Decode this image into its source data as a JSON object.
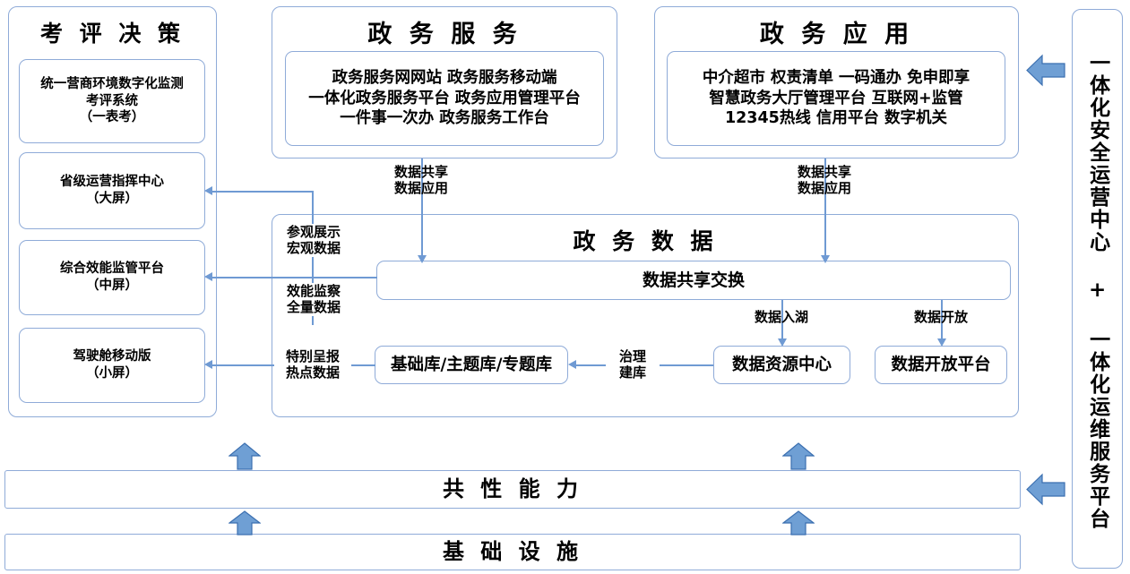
{
  "diagram": {
    "title_left": "考 评 决 策",
    "left_column": {
      "items": [
        {
          "label": "统一营商环境数字化监测\n考评系统\n（一表考）"
        },
        {
          "label": "省级运营指挥中心\n（大屏）"
        },
        {
          "label": "综合效能监管平台\n（中屏）"
        },
        {
          "label": "驾驶舱移动版\n（小屏）"
        }
      ]
    },
    "gov_service": {
      "title": "政 务 服 务",
      "content": "政务服务网网站 政务服务移动端\n一体化政务服务平台 政务应用管理平台\n一件事一次办 政务服务工作台"
    },
    "gov_application": {
      "title": "政 务 应 用",
      "content": "中介超市 权责清单 一码通办 免申即享\n智慧政务大厅管理平台 互联网+监管\n12345热线 信用平台 数字机关"
    },
    "gov_data": {
      "title": "政 务 数 据",
      "exchange_box": "数据共享交换",
      "library_box": "基础库/主题库/专题库",
      "resource_center_box": "数据资源中心",
      "open_platform_box": "数据开放平台"
    },
    "edge_labels": {
      "share_apply_left": "数据共享\n数据应用",
      "share_apply_right": "数据共享\n数据应用",
      "visit_display": "参观展示\n宏观数据",
      "efficiency_monitor": "效能监察\n全量数据",
      "special_report": "特别呈报\n热点数据",
      "governance_build": "治理\n建库",
      "data_into_lake": "数据入湖",
      "data_open": "数据开放"
    },
    "bottom_bars": [
      {
        "label": "共 性 能 力"
      },
      {
        "label": "基 础 设 施"
      }
    ],
    "right_panel": {
      "label": "一体化安全运营中心 + 一体化运维服务平台"
    },
    "colors": {
      "border": "#8fabd8",
      "connector": "#6f9ad3",
      "block_arrow_fill": "#6f9fd4",
      "block_arrow_stroke": "#3b6fb0",
      "background": "#ffffff",
      "text": "#000000"
    }
  }
}
